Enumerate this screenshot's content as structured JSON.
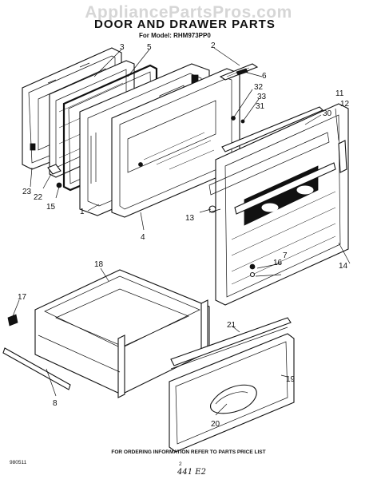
{
  "watermark": "AppliancePartsPros.com",
  "title": "DOOR AND DRAWER PARTS",
  "model_line": "For Model: RHM973PP0",
  "footer": "FOR ORDERING INFORMATION REFER TO PARTS PRICE LIST",
  "code": "980511",
  "page_no": "2",
  "handwritten": "441 E2",
  "callouts": [
    "1",
    "2",
    "3",
    "4",
    "5",
    "6",
    "7",
    "8",
    "12",
    "13",
    "14",
    "15",
    "16",
    "17",
    "18",
    "19",
    "20",
    "21",
    "22",
    "23",
    "30",
    "31",
    "32",
    "33"
  ]
}
